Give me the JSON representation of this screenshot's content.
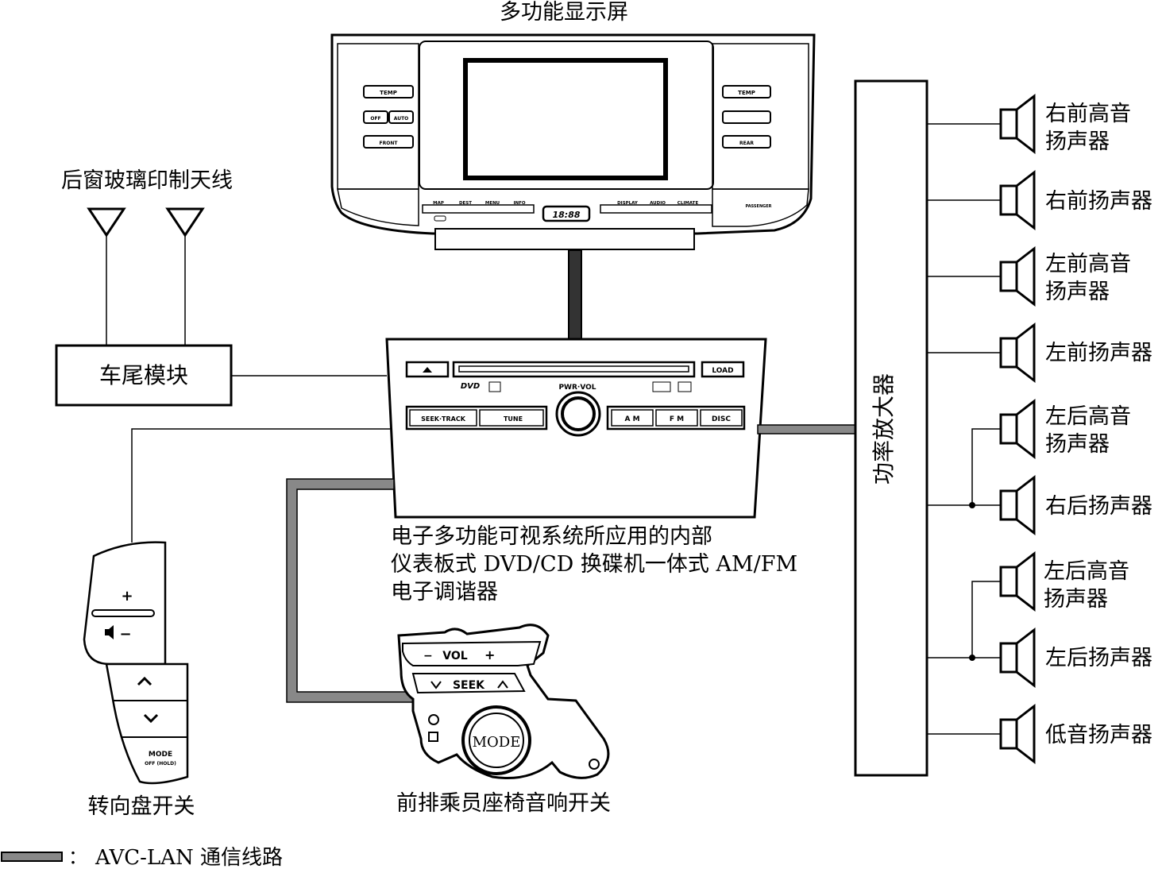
{
  "display": {
    "title": "多功能显示屏",
    "left_buttons": [
      "TEMP",
      "OFF",
      "AUTO",
      "FRONT"
    ],
    "right_buttons": [
      "TEMP",
      "REAR"
    ],
    "bottom_buttons": [
      "MAP",
      "DEST",
      "MENU",
      "INFO",
      "DISPLAY",
      "AUDIO",
      "CLIMATE"
    ],
    "clock": "18:88",
    "passenger": "PASSENGER"
  },
  "antenna": {
    "label": "后窗玻璃印制天线"
  },
  "rear_module": {
    "label": "车尾模块"
  },
  "head_unit": {
    "load": "LOAD",
    "pwr_vol": "PWR·VOL",
    "seek_track": "SEEK·TRACK",
    "tune": "TUNE",
    "am": "A M",
    "fm": "F M",
    "disc": "DISC",
    "dvd": "DVD",
    "caption_line1": "电子多功能可视系统所应用的内部",
    "caption_line2": "仪表板式 DVD/CD 换碟机一体式 AM/FM",
    "caption_line3": "电子调谐器"
  },
  "amplifier": {
    "label": "功率放大器"
  },
  "speakers": [
    {
      "line1": "右前高音",
      "line2": "扬声器"
    },
    {
      "line1": "右前扬声器",
      "line2": ""
    },
    {
      "line1": "左前高音",
      "line2": "扬声器"
    },
    {
      "line1": "左前扬声器",
      "line2": ""
    },
    {
      "line1": "左后高音",
      "line2": "扬声器"
    },
    {
      "line1": "右后扬声器",
      "line2": ""
    },
    {
      "line1": "左后高音",
      "line2": "扬声器"
    },
    {
      "line1": "左后扬声器",
      "line2": ""
    },
    {
      "line1": "低音扬声器",
      "line2": ""
    }
  ],
  "steering_switch": {
    "label": "转向盘开关",
    "plus": "+",
    "minus": "−",
    "mode": "MODE",
    "mode_sub": "OFF (HOLD)"
  },
  "seat_switch": {
    "label": "前排乘员座椅音响开关",
    "vol": "VOL",
    "seek": "SEEK",
    "mode": "MODE",
    "minus": "−",
    "plus": "+"
  },
  "legend": {
    "colon": "：",
    "text": "AVC-LAN 通信线路",
    "color": "#808080"
  }
}
